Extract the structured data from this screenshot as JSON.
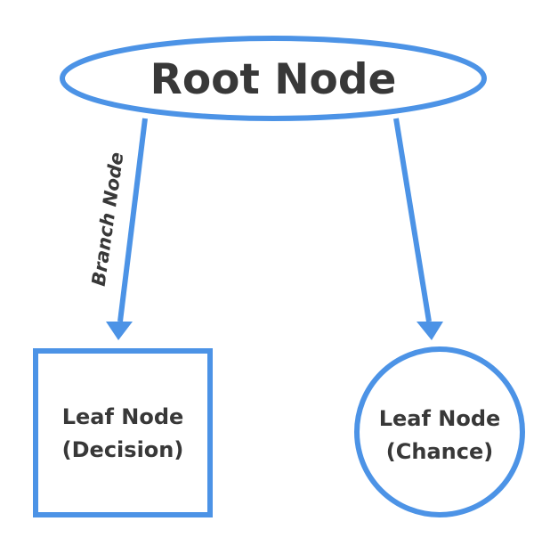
{
  "colors": {
    "stroke": "#4C93E6",
    "text": "#383838",
    "background": "#ffffff"
  },
  "root_node": {
    "label": "Root Node",
    "shape": "ellipse"
  },
  "branch": {
    "label": "Branch Node"
  },
  "leaf_decision": {
    "line1": "Leaf Node",
    "line2": "(Decision)",
    "shape": "square"
  },
  "leaf_chance": {
    "line1": "Leaf Node",
    "line2": "(Chance)",
    "shape": "circle"
  }
}
